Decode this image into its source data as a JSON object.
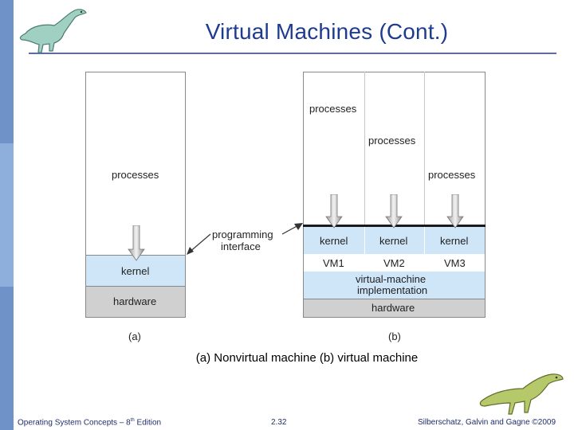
{
  "slide": {
    "title": "Virtual Machines (Cont.)",
    "caption": "(a) Nonvirtual machine (b) virtual machine"
  },
  "diagram_a": {
    "processes": "processes",
    "kernel": "kernel",
    "hardware": "hardware",
    "label": "(a)"
  },
  "diagram_b": {
    "processes": [
      "processes",
      "processes",
      "processes"
    ],
    "kernels": [
      "kernel",
      "kernel",
      "kernel"
    ],
    "vms": [
      "VM1",
      "VM2",
      "VM3"
    ],
    "vm_impl_line1": "virtual-machine",
    "vm_impl_line2": "implementation",
    "hardware": "hardware",
    "label": "(b)"
  },
  "programming_interface": {
    "line1": "programming",
    "line2": "interface"
  },
  "footer": {
    "left_prefix": "Operating System Concepts – 8",
    "left_sup": "th",
    "left_suffix": " Edition",
    "page": "2.32",
    "right": "Silberschatz, Galvin and Gagne ©2009"
  },
  "colors": {
    "title": "#1f3b91",
    "kernel_fill": "#cfe6f8",
    "hardware_fill": "#d0d0d0",
    "sidebar": "#6f93c9"
  }
}
